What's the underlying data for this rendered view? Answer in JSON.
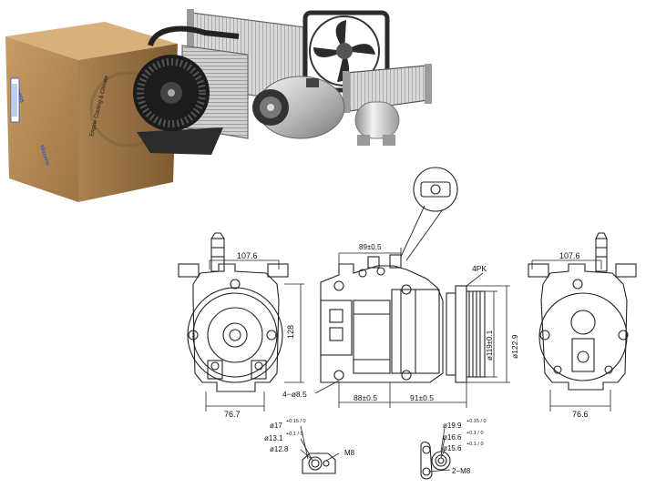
{
  "box": {
    "brand": "Nissens",
    "side_text": "Engine Cooling & Climate"
  },
  "drawing": {
    "label_4pk": "4PK",
    "dim_front_top": "107.6",
    "dim_front_bottom": "76.7",
    "dim_height": "128",
    "dim_top_offset": "89±0.5",
    "dim_mount_holes": "4−ø8.5",
    "dim_side_left": "88±0.5",
    "dim_side_right": "91±0.5",
    "dim_pulley_inner": "ø119±0.1",
    "dim_pulley_outer": "ø122.9",
    "dim_rear_top": "107.6",
    "dim_rear_bottom": "76.6",
    "port_left": {
      "d1": "ø17",
      "d1_tol": "+0.15 / 0",
      "d2": "ø13.1",
      "d2_tol": "+0.1 / 0",
      "d3": "ø12.8",
      "thread": "M8"
    },
    "port_right": {
      "d1": "ø19.9",
      "d1_tol": "+0.15 / 0",
      "d2": "ø16.6",
      "d2_tol": "+0.1 / 0",
      "d3": "ø15.6",
      "d3_tol": "+0.1 / 0",
      "thread": "2−M8"
    }
  },
  "colors": {
    "line": "#222222",
    "box_cardboard": "#b58a55",
    "box_shadow": "#8f6a3f",
    "box_label": "#2a57b8"
  }
}
